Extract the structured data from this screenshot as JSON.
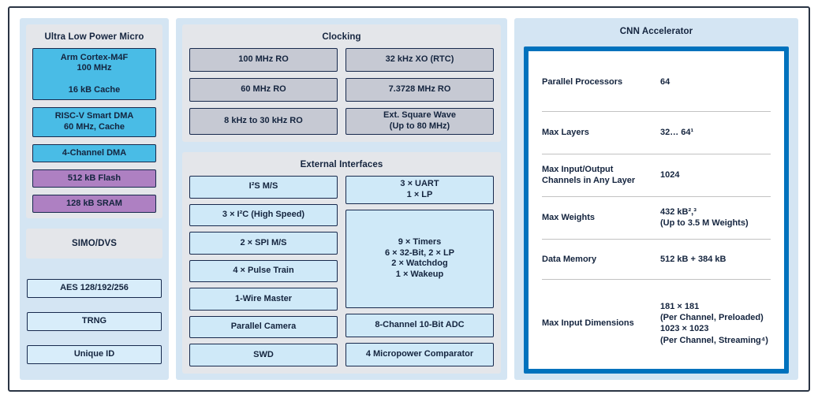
{
  "left": {
    "micro": {
      "title": "Ultra Low Power Micro",
      "blocks": [
        {
          "label": "Arm Cortex-M4F\n100 MHz\n\n16 kB Cache",
          "color": "cyan"
        },
        {
          "label": "RISC-V Smart DMA\n60 MHz, Cache",
          "color": "cyan"
        },
        {
          "label": "4-Channel DMA",
          "color": "cyan"
        },
        {
          "label": "512 kB Flash",
          "color": "purple"
        },
        {
          "label": "128 kB SRAM",
          "color": "purple"
        }
      ]
    },
    "simo": {
      "title": "SIMO/DVS"
    },
    "security_blocks": [
      {
        "label": "AES 128/192/256"
      },
      {
        "label": "TRNG"
      },
      {
        "label": "Unique ID"
      }
    ]
  },
  "clocking": {
    "title": "Clocking",
    "blocks": [
      "100 MHz RO",
      "32 kHz XO (RTC)",
      "60 MHz RO",
      "7.3728 MHz RO",
      "8 kHz to 30 kHz RO",
      "Ext. Square Wave\n(Up to 80 MHz)"
    ]
  },
  "interfaces": {
    "title": "External Interfaces",
    "left_blocks": [
      "I²S M/S",
      "3 × I²C (High Speed)",
      "2 × SPI M/S",
      "4 × Pulse Train",
      "1-Wire Master",
      "Parallel Camera",
      "SWD"
    ],
    "right_blocks": {
      "uart": "3 × UART\n1 × LP",
      "timers": "9 × Timers\n6 × 32-Bit, 2 × LP\n2 × Watchdog\n1 × Wakeup",
      "adc": "8-Channel 10-Bit ADC",
      "comparator": "4 Micropower Comparator"
    }
  },
  "cnn": {
    "title": "CNN Accelerator",
    "rows": [
      {
        "label": "Parallel Processors",
        "value": "64"
      },
      {
        "label": "Max Layers",
        "value": "32… 64¹"
      },
      {
        "label": "Max Input/Output\nChannels in Any Layer",
        "value": "1024"
      },
      {
        "label": "Max Weights",
        "value": "432 kB²,³\n(Up to 3.5 M Weights)"
      },
      {
        "label": "Data Memory",
        "value": "512 kB + 384 kB"
      },
      {
        "label": "Max Input Dimensions",
        "value": "181 × 181\n(Per Channel, Preloaded)\n1023 × 1023\n(Per Channel, Streaming⁴)"
      }
    ]
  },
  "colors": {
    "frame_border": "#2a3444",
    "panel_background": "#d4e5f3",
    "sub_panel_background": "#e4e6ea",
    "cyan_block": "#49bce6",
    "purple_block": "#ae80c2",
    "gray_block": "#c6c9d3",
    "light_blue_block": "#cfe9f8",
    "cnn_border": "#0072bd",
    "text": "#14243e"
  }
}
